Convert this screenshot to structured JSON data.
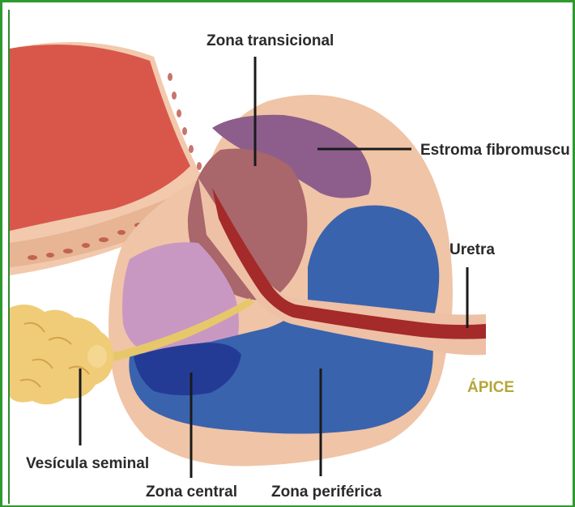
{
  "labels": {
    "zona_transicional": "Zona transicional",
    "estroma_fibromuscular": "Estroma fibromuscular",
    "uretra": "Uretra",
    "apice": "ÁPICE",
    "vesicula_seminal": "Vesícula seminal",
    "zona_central": "Zona central",
    "zona_periferica": "Zona periférica"
  },
  "colors": {
    "frame": "#2e9a2e",
    "capsule": "#f0c4a6",
    "peripheral_zone": "#3a63ae",
    "central_zone": "#243b96",
    "transitional_zone": "#a9666b",
    "fibromuscular_stroma": "#8d5e8c",
    "pink_region": "#c998c2",
    "bladder": "#d9574a",
    "urethra": "#a52a2a",
    "seminal_vesicle": "#f0cc78",
    "apice_text": "#b5a63a",
    "leader_lines": "#1a1a1a"
  }
}
